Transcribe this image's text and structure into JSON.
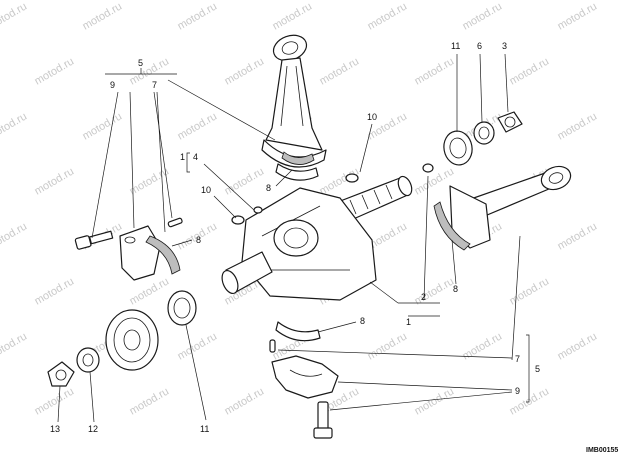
{
  "diagram": {
    "part_labels": [
      {
        "id": "5-top",
        "text": "5"
      },
      {
        "id": "9-top",
        "text": "9"
      },
      {
        "id": "7-top",
        "text": "7"
      },
      {
        "id": "1-left",
        "text": "1"
      },
      {
        "id": "4-left",
        "text": "4"
      },
      {
        "id": "10-left",
        "text": "10"
      },
      {
        "id": "8-left",
        "text": "8"
      },
      {
        "id": "8-rod",
        "text": "8"
      },
      {
        "id": "10-top",
        "text": "10"
      },
      {
        "id": "11-top",
        "text": "11"
      },
      {
        "id": "6-top",
        "text": "6"
      },
      {
        "id": "3-top",
        "text": "3"
      },
      {
        "id": "8-right",
        "text": "8"
      },
      {
        "id": "2",
        "text": "2"
      },
      {
        "id": "1-bottom",
        "text": "1"
      },
      {
        "id": "8-lower",
        "text": "8"
      },
      {
        "id": "7-right",
        "text": "7"
      },
      {
        "id": "5-right",
        "text": "5"
      },
      {
        "id": "9-right",
        "text": "9"
      },
      {
        "id": "13",
        "text": "13"
      },
      {
        "id": "12",
        "text": "12"
      },
      {
        "id": "11-bottom",
        "text": "11"
      }
    ],
    "image_code": "IMB00155",
    "watermark": "motod.ru"
  }
}
